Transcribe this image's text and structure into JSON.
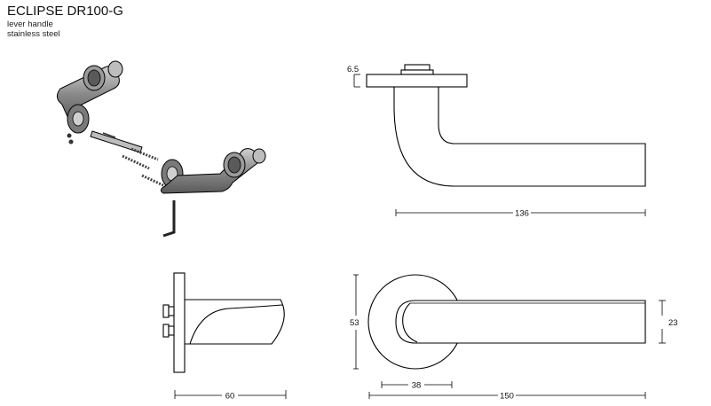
{
  "header": {
    "title": "ECLIPSE DR100-G",
    "line1": "lever handle",
    "line2": "stainless steel"
  },
  "dimensions": {
    "rose_height": "6.5",
    "lever_length_top": "136",
    "rose_depth": "60",
    "rose_diameter": "53",
    "lever_diameter": "23",
    "spindle_offset": "38",
    "lever_length": "150"
  },
  "colors": {
    "line": "#000000",
    "metal_dark": "#6e6e6e",
    "metal_light": "#b8b8b8"
  }
}
